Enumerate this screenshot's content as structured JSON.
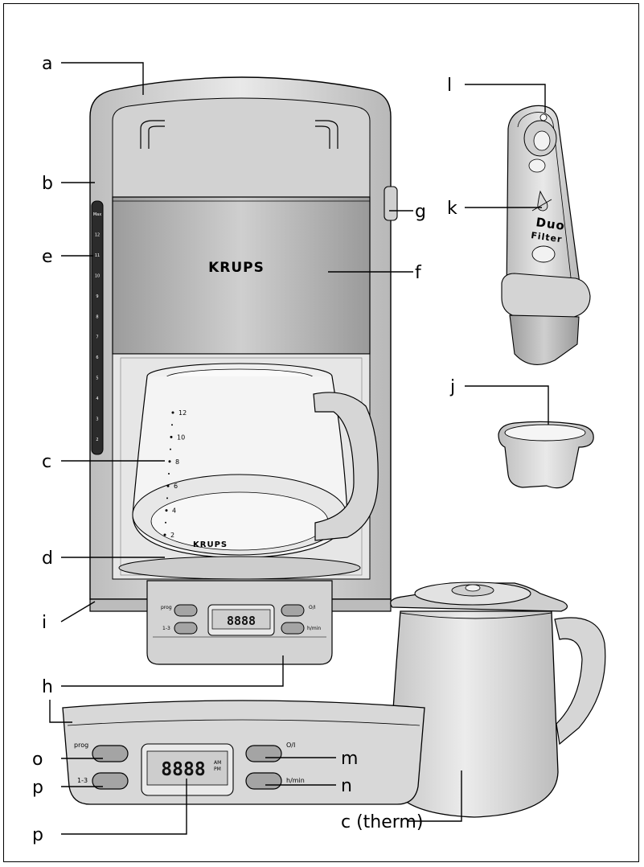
{
  "labels": {
    "a": "a",
    "b": "b",
    "e": "e",
    "c": "c",
    "d": "d",
    "i": "i",
    "h": "h",
    "o": "o",
    "p1": "p",
    "p2": "p",
    "l": "l",
    "k": "k",
    "g": "g",
    "f": "f",
    "j": "j",
    "m": "m",
    "n": "n",
    "c_therm": "c (therm)"
  },
  "machine": {
    "brand": "KRUPS",
    "carafe_brand": "KRUPS",
    "gauge": [
      "Max",
      "12",
      "11",
      "10",
      "9",
      "8",
      "7",
      "6",
      "5",
      "4",
      "3",
      "2"
    ],
    "carafe_marks": [
      "12",
      "10",
      "8",
      "6",
      "4",
      "2"
    ]
  },
  "filter": {
    "line1": "Duo",
    "line2": "Filter"
  },
  "panel": {
    "prog": "prog",
    "onoff": "O/I",
    "cups": "1-3",
    "hmin": "h/min",
    "display": "8888",
    "am": "AM",
    "pm": "PM"
  },
  "colors": {
    "body": "#d9d9d9",
    "dark": "#a8a8a8",
    "line": "#000000"
  }
}
